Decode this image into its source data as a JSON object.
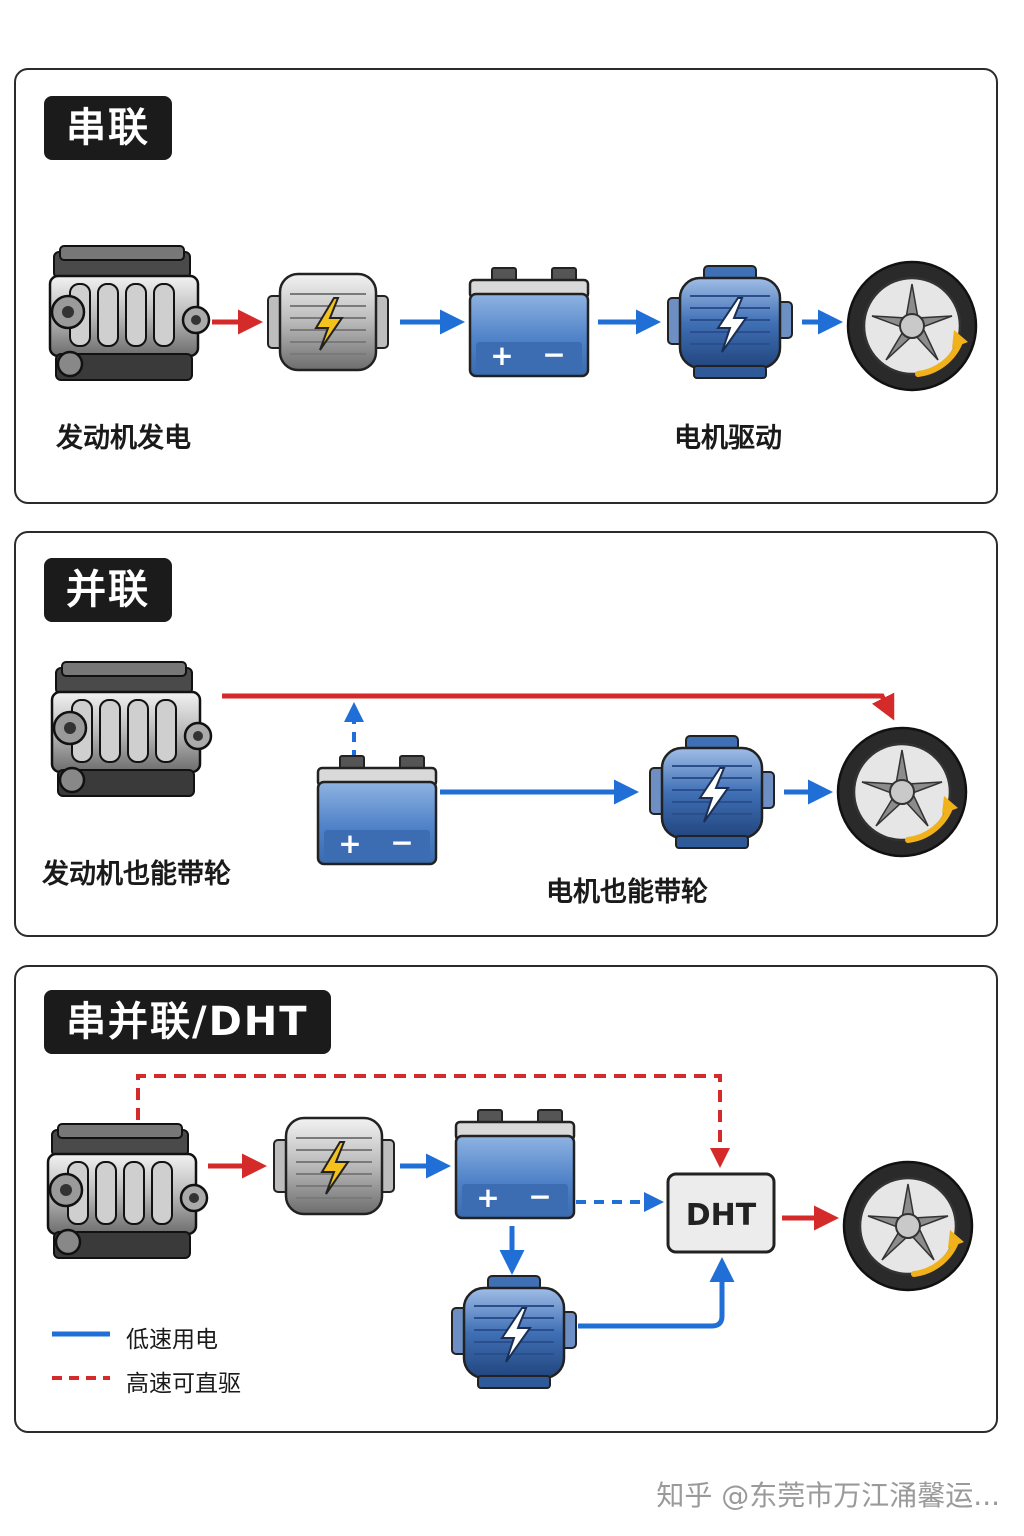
{
  "panels": {
    "series": {
      "title": "串联",
      "caption_engine": "发动机发电",
      "caption_motor": "电机驱动"
    },
    "parallel": {
      "title": "并联",
      "caption_engine": "发动机也能带轮",
      "caption_motor": "电机也能带轮"
    },
    "dht": {
      "title": "串并联/DHT",
      "dht_box": "DHT",
      "legend": {
        "solid": "低速用电",
        "dashed": "高速可直驱"
      }
    }
  },
  "colors": {
    "red": "#d42a2a",
    "blue": "#1f6fd6",
    "battery_blue": "#5b8ed0",
    "motor_blue": "#3f6fb5"
  },
  "icons": [
    "engine-icon",
    "generator-icon",
    "battery-icon",
    "motor-icon",
    "wheel-icon"
  ],
  "watermark": "知乎 @东莞市万江涌馨运..."
}
